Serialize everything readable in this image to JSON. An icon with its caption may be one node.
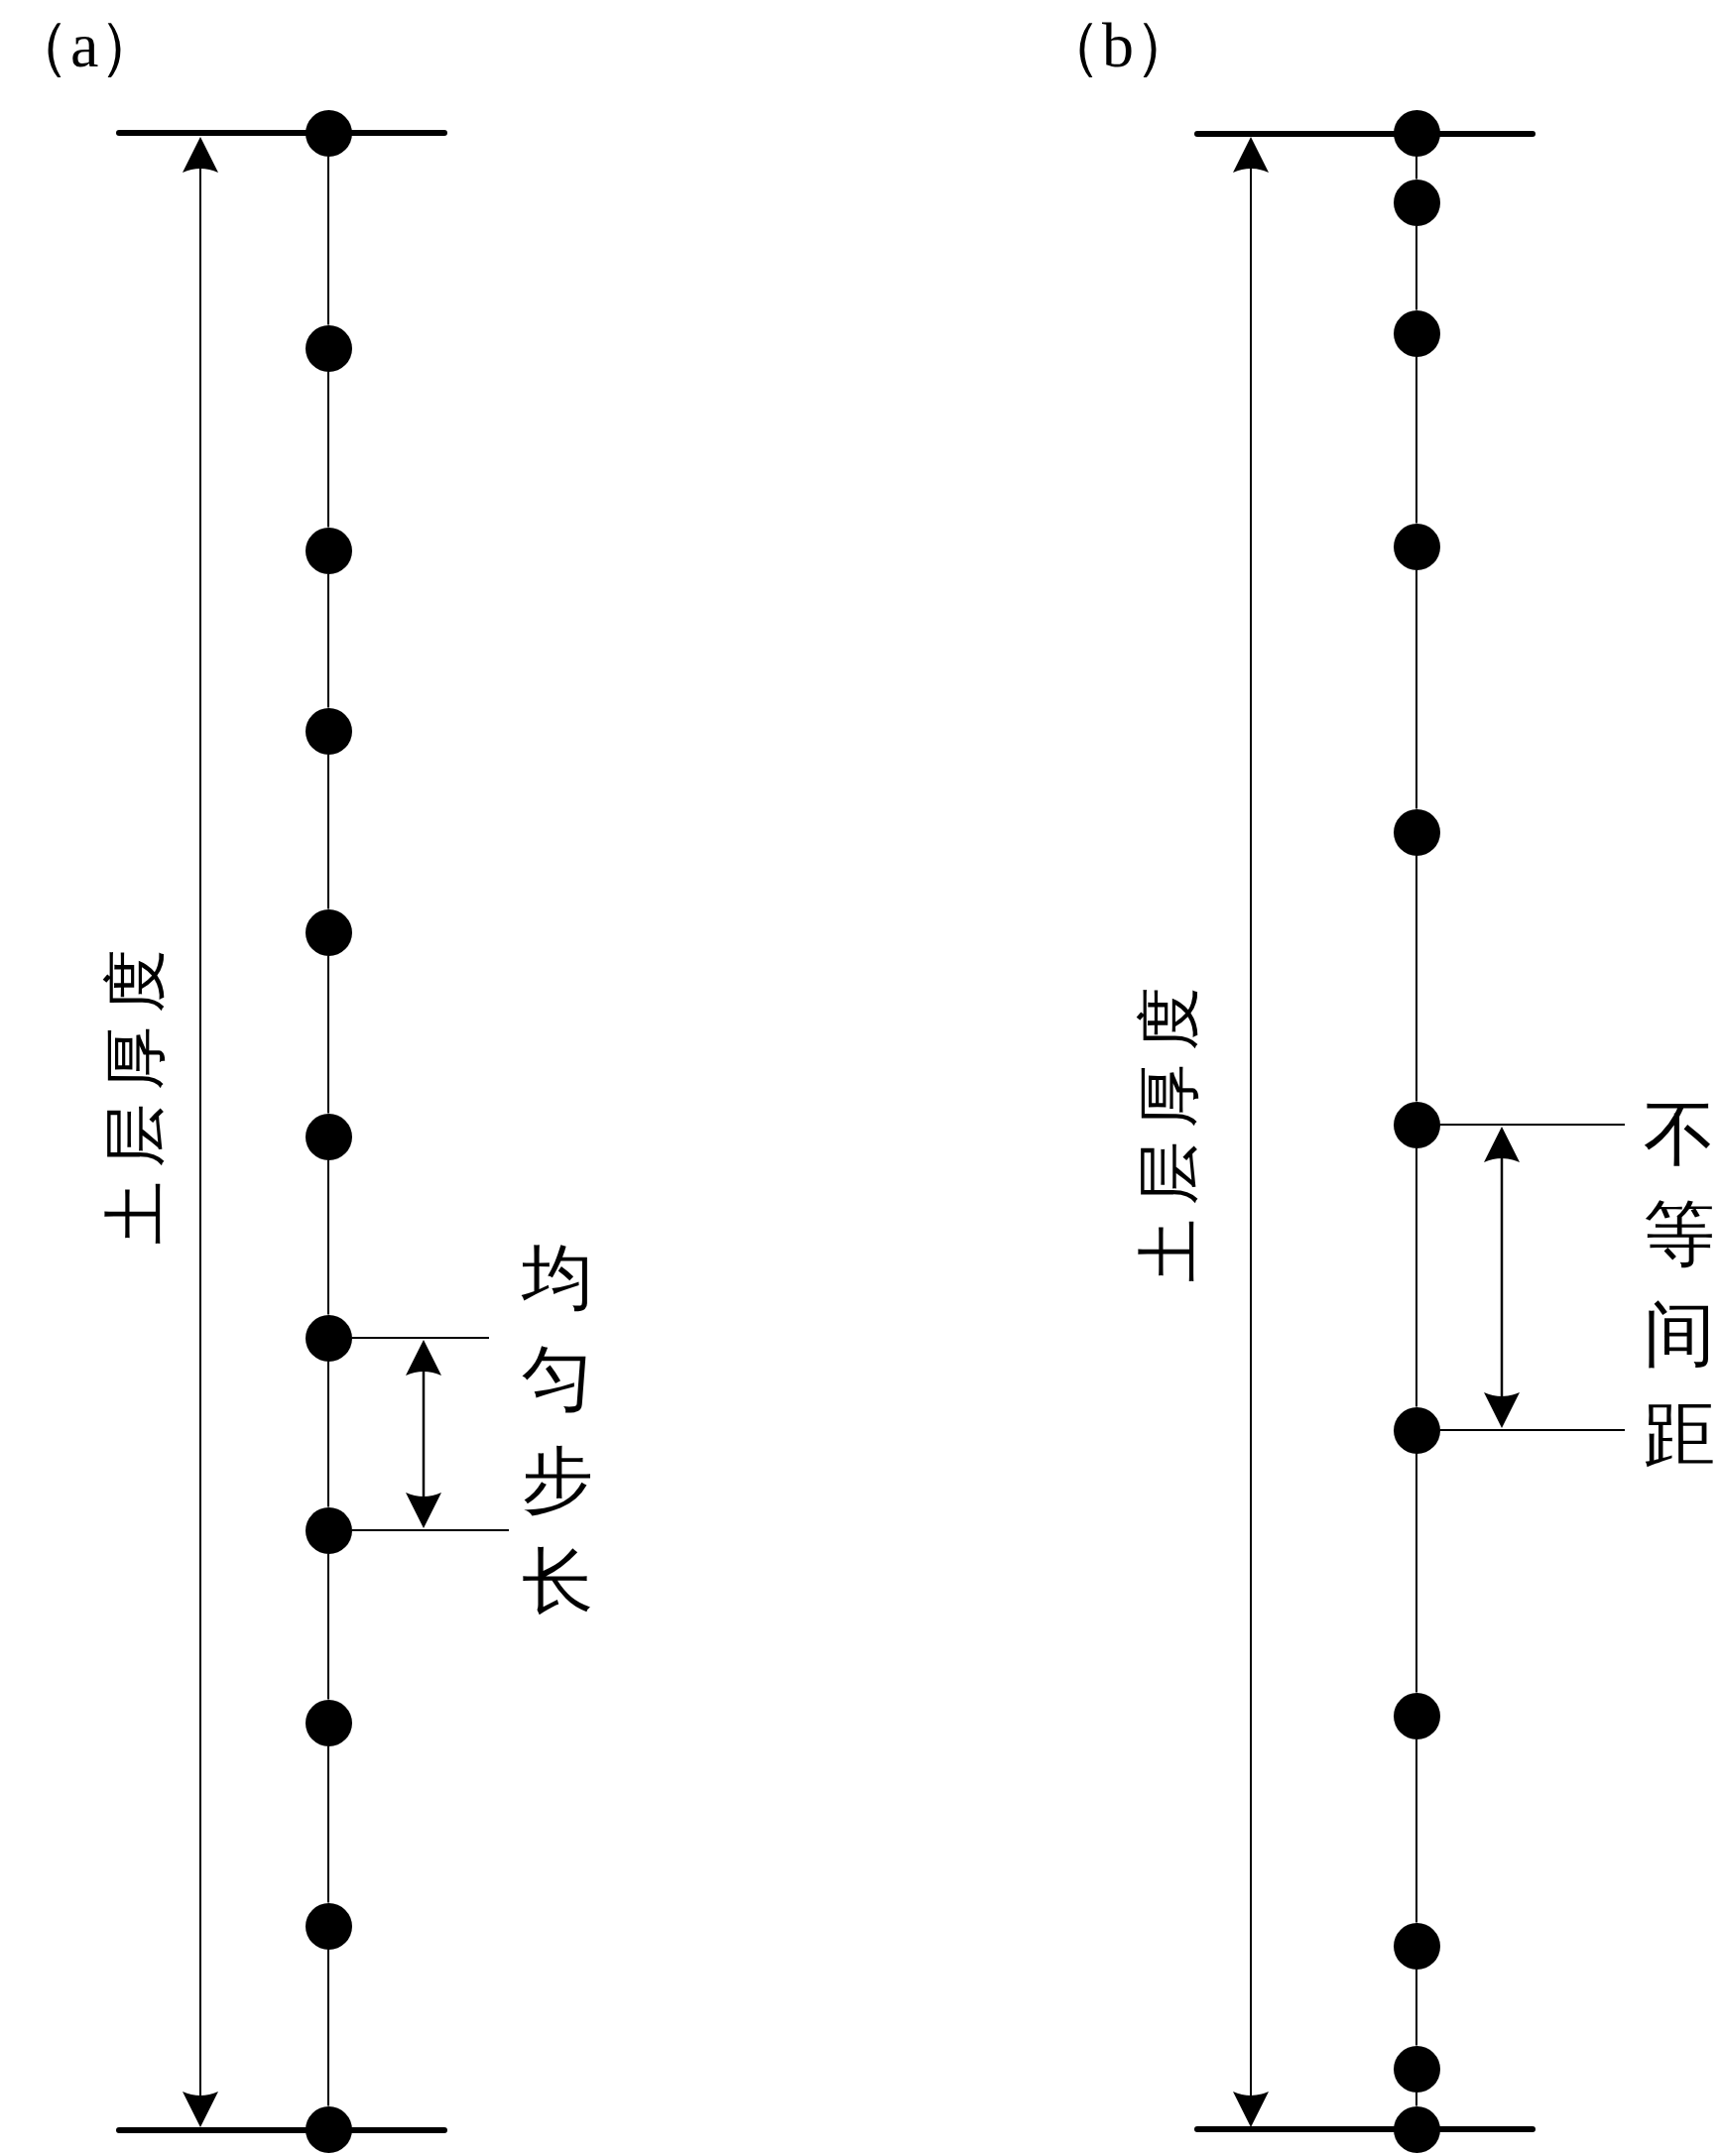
{
  "diagram": {
    "nodes": [
      {
        "text": [],
        "shape": "circle"
      },
      {
        "text": [],
        "shape": "circle"
      },
      {
        "text": [],
        "shape": "circle"
      },
      {
        "text": [],
        "shape": "circle"
      },
      {
        "text": [],
        "shape": "circle"
      },
      {
        "text": [],
        "shape": "circle"
      },
      {
        "text": [],
        "shape": "circle"
      },
      {
        "text": [],
        "shape": "circle"
      },
      {
        "text": [],
        "shape": "circle"
      },
      {
        "text": [],
        "shape": "circle"
      },
      {
        "text": [],
        "shape": "circle"
      },
      {
        "text": [],
        "shape": "circle"
      },
      {
        "text": [],
        "shape": "circle"
      },
      {
        "text": [],
        "shape": "circle"
      },
      {
        "text": [],
        "shape": "circle"
      },
      {
        "text": [],
        "shape": "circle"
      },
      {
        "text": [],
        "shape": "circle"
      },
      {
        "text": [],
        "shape": "circle"
      },
      {
        "text": [],
        "shape": "circle"
      },
      {
        "text": [],
        "shape": "circle"
      },
      {
        "text": [],
        "shape": "circle"
      },
      {
        "text": [],
        "shape": "circle"
      }
    ],
    "edges": [
      {
        "from": 0,
        "to": 1,
        "arrow": "none"
      },
      {
        "from": 1,
        "to": 2,
        "arrow": "none"
      },
      {
        "from": 2,
        "to": 3,
        "arrow": "none"
      },
      {
        "from": 3,
        "to": 4,
        "arrow": "none"
      },
      {
        "from": 4,
        "to": 5,
        "arrow": "none"
      },
      {
        "from": 5,
        "to": 6,
        "arrow": "none"
      },
      {
        "from": 6,
        "to": 7,
        "arrow": "none"
      },
      {
        "from": 7,
        "to": 8,
        "arrow": "none"
      },
      {
        "from": 8,
        "to": 9,
        "arrow": "none"
      },
      {
        "from": 9,
        "to": 10,
        "arrow": "none"
      },
      {
        "from": 11,
        "to": 12,
        "arrow": "none"
      },
      {
        "from": 12,
        "to": 13,
        "arrow": "none"
      },
      {
        "from": 13,
        "to": 14,
        "arrow": "none"
      },
      {
        "from": 14,
        "to": 15,
        "arrow": "none"
      },
      {
        "from": 15,
        "to": 16,
        "arrow": "none"
      },
      {
        "from": 16,
        "to": 17,
        "arrow": "none"
      },
      {
        "from": 17,
        "to": 18,
        "arrow": "none"
      },
      {
        "from": 18,
        "to": 19,
        "arrow": "none"
      },
      {
        "from": 19,
        "to": 20,
        "arrow": "none"
      },
      {
        "from": 20,
        "to": 21,
        "arrow": "none"
      }
    ],
    "labels": [
      "（a）",
      "土层厚度",
      "均匀步长",
      "（b）",
      "土层厚度",
      "不等间距"
    ]
  }
}
